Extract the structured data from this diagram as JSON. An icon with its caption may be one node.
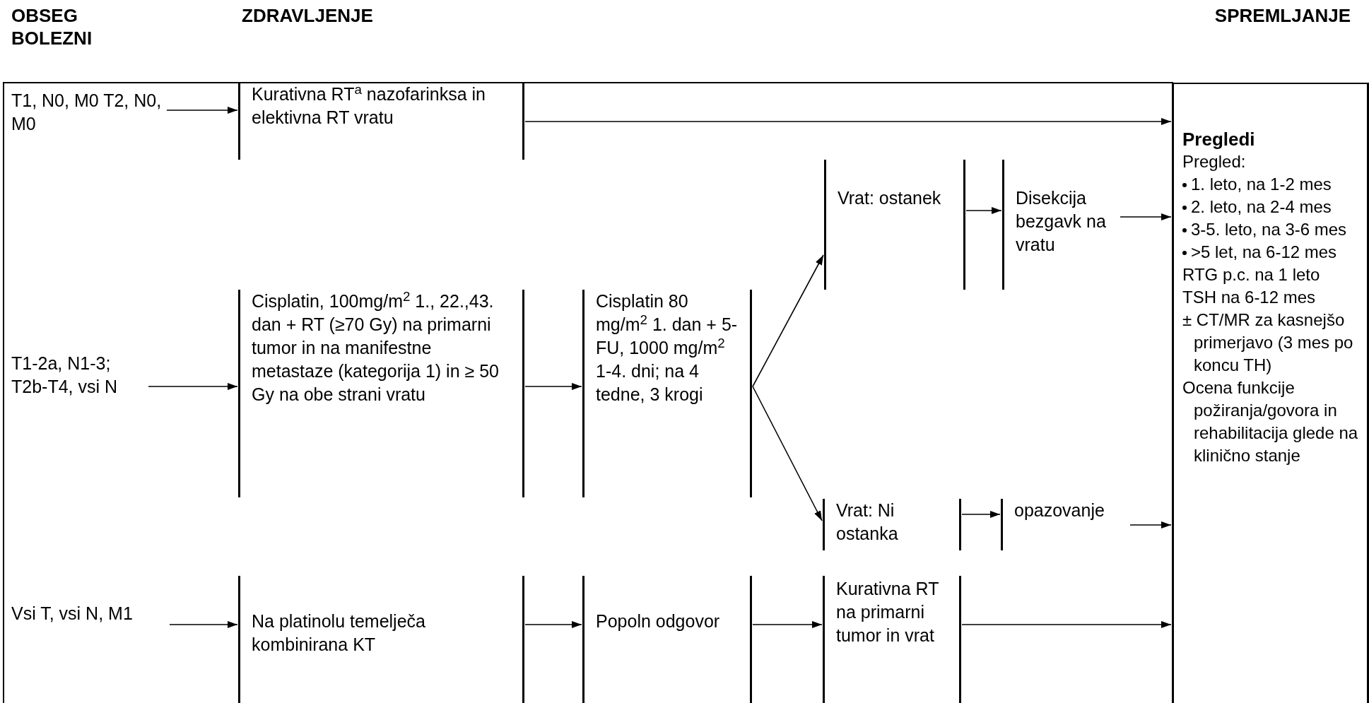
{
  "diagram": {
    "nodes": [
      {
        "text": [
          "T1, N0, M0 T2, N0, M0"
        ]
      },
      {
        "text": [
          "Kurativna RT$^{a}$ nazofarinksa in elektivna RT vratu"
        ]
      },
      {
        "text": [
          "T1-2a, N1-3; T2b-T4, vsi N"
        ]
      },
      {
        "text": [
          "Cisplatin, 100mg/m$^{2}$ 1., 22.,43. dan + RT (≥70 Gy) na primarni tumor in na manifestne metastaze (kategorija 1) in ≥ 50 Gy na obe strani vratu"
        ]
      },
      {
        "text": [
          "Cisplatin 80 mg/m$^{2}$ 1. dan + 5-FU, 1000 mg/m$^{2}$ 1-4. dni; na 4 tedne, 3 krogi"
        ]
      },
      {
        "text": [
          "Vrat: ostanek"
        ]
      },
      {
        "text": [
          "Disekcija bezgavk na vratu"
        ]
      },
      {
        "text": [
          "Pregledi",
          "Pregled:",
          "1. leto, na 1-2 mes",
          "2. leto, na 2-4 mes",
          "3-5. leto, na 3-6 mes",
          ">5 let, na 6-12 mes",
          "RTG p.c. na 1 leto",
          "TSH na 6-12 mes",
          "± CT/MR za kasnejšo primerjavo (3 mes po koncu TH)",
          "Ocena funkcije požiranja/govora in rehabilitacija glede na klinično stanje"
        ]
      },
      {
        "text": [
          "Vrat: Ni ostanka"
        ]
      },
      {
        "text": [
          "opazovanje"
        ]
      },
      {
        "text": [
          "Vsi T, vsi N, M1"
        ]
      },
      {
        "text": [
          "Na platinolu temelječa kombinirana KT"
        ]
      },
      {
        "text": [
          "Popoln odgovor"
        ]
      },
      {
        "text": [
          "Kurativna RT na primarni tumor in vrat"
        ]
      }
    ],
    "edges": [
      {
        "from": 0,
        "to": 1,
        "arrow": "to"
      },
      {
        "from": 1,
        "to": 7,
        "arrow": "to"
      },
      {
        "from": 2,
        "to": 3,
        "arrow": "to"
      },
      {
        "from": 3,
        "to": 4,
        "arrow": "to"
      },
      {
        "from": 4,
        "to": 5,
        "arrow": "to"
      },
      {
        "from": 4,
        "to": 8,
        "arrow": "to"
      },
      {
        "from": 5,
        "to": 6,
        "arrow": "to"
      },
      {
        "from": 6,
        "to": 7,
        "arrow": "to"
      },
      {
        "from": 8,
        "to": 9,
        "arrow": "to"
      },
      {
        "from": 9,
        "to": 7,
        "arrow": "to"
      },
      {
        "from": 10,
        "to": 11,
        "arrow": "to"
      },
      {
        "from": 11,
        "to": 12,
        "arrow": "to"
      },
      {
        "from": 12,
        "to": 13,
        "arrow": "to"
      },
      {
        "from": 13,
        "to": 7,
        "arrow": "to"
      }
    ],
    "labels": [
      "OBSEG BOLEZNI",
      "ZDRAVLJENJE",
      "SPREMLJANJE"
    ]
  }
}
